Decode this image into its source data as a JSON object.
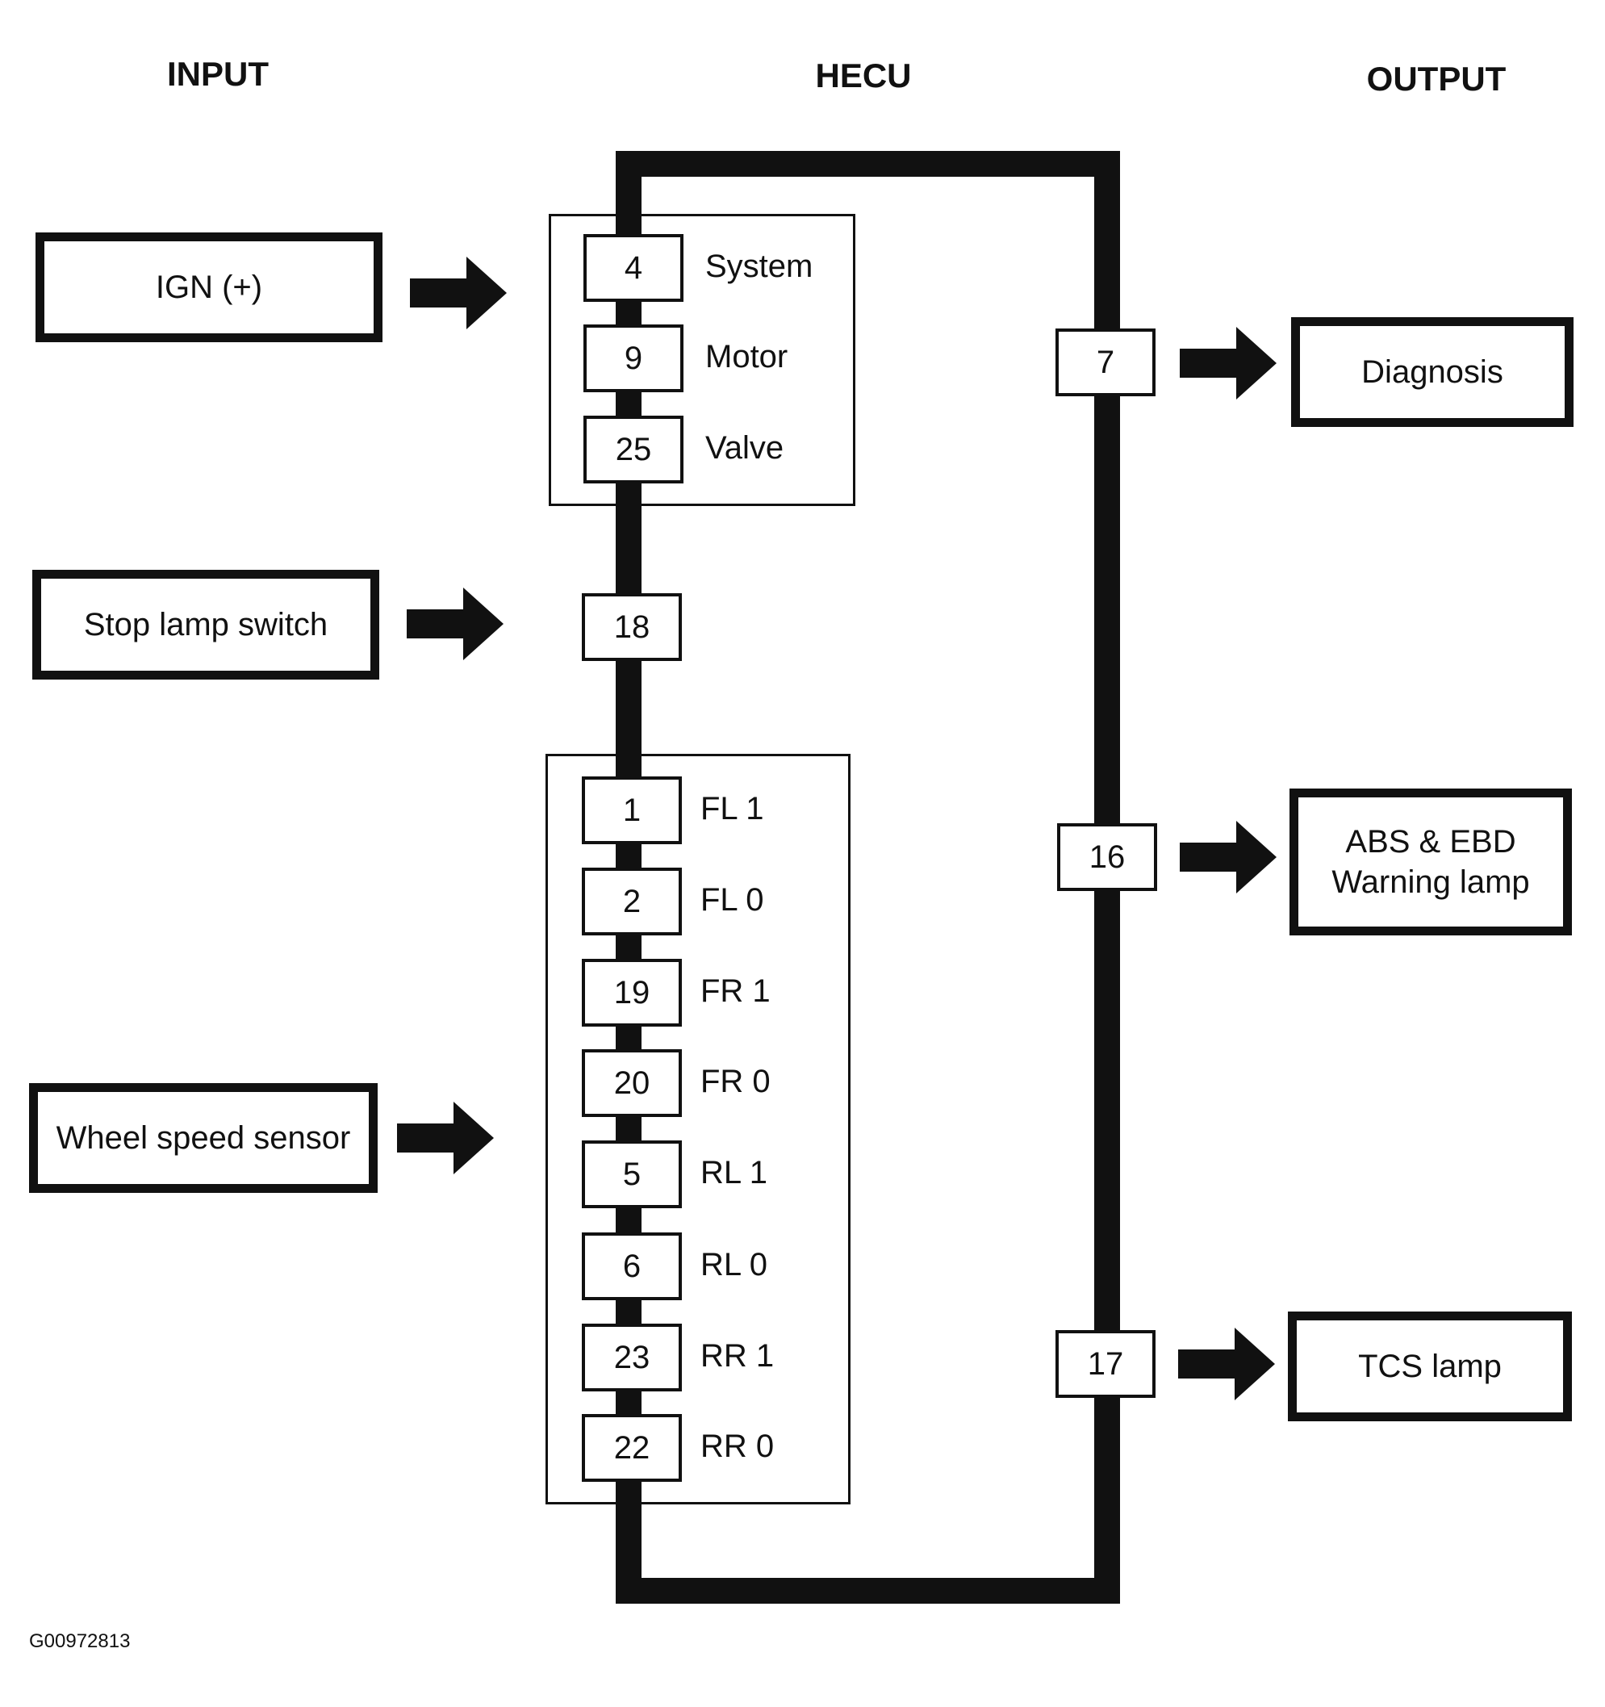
{
  "headers": {
    "input": "INPUT",
    "hecu": "HECU",
    "output": "OUTPUT"
  },
  "inputs": {
    "ign": "IGN (+)",
    "stop_lamp": "Stop lamp switch",
    "wheel_speed": "Wheel speed sensor"
  },
  "power_group": [
    {
      "pin": "4",
      "label": "System"
    },
    {
      "pin": "9",
      "label": "Motor"
    },
    {
      "pin": "25",
      "label": "Valve"
    }
  ],
  "stop_pin": "18",
  "sensor_group": [
    {
      "pin": "1",
      "label": "FL 1"
    },
    {
      "pin": "2",
      "label": "FL 0"
    },
    {
      "pin": "19",
      "label": "FR 1"
    },
    {
      "pin": "20",
      "label": "FR 0"
    },
    {
      "pin": "5",
      "label": "RL 1"
    },
    {
      "pin": "6",
      "label": "RL 0"
    },
    {
      "pin": "23",
      "label": "RR 1"
    },
    {
      "pin": "22",
      "label": "RR 0"
    }
  ],
  "output_pins": {
    "diagnosis": "7",
    "abs_ebd": "16",
    "tcs": "17"
  },
  "outputs": {
    "diagnosis": "Diagnosis",
    "abs_ebd_line1": "ABS & EBD",
    "abs_ebd_line2": "Warning lamp",
    "tcs": "TCS lamp"
  },
  "figure_id": "G00972813"
}
